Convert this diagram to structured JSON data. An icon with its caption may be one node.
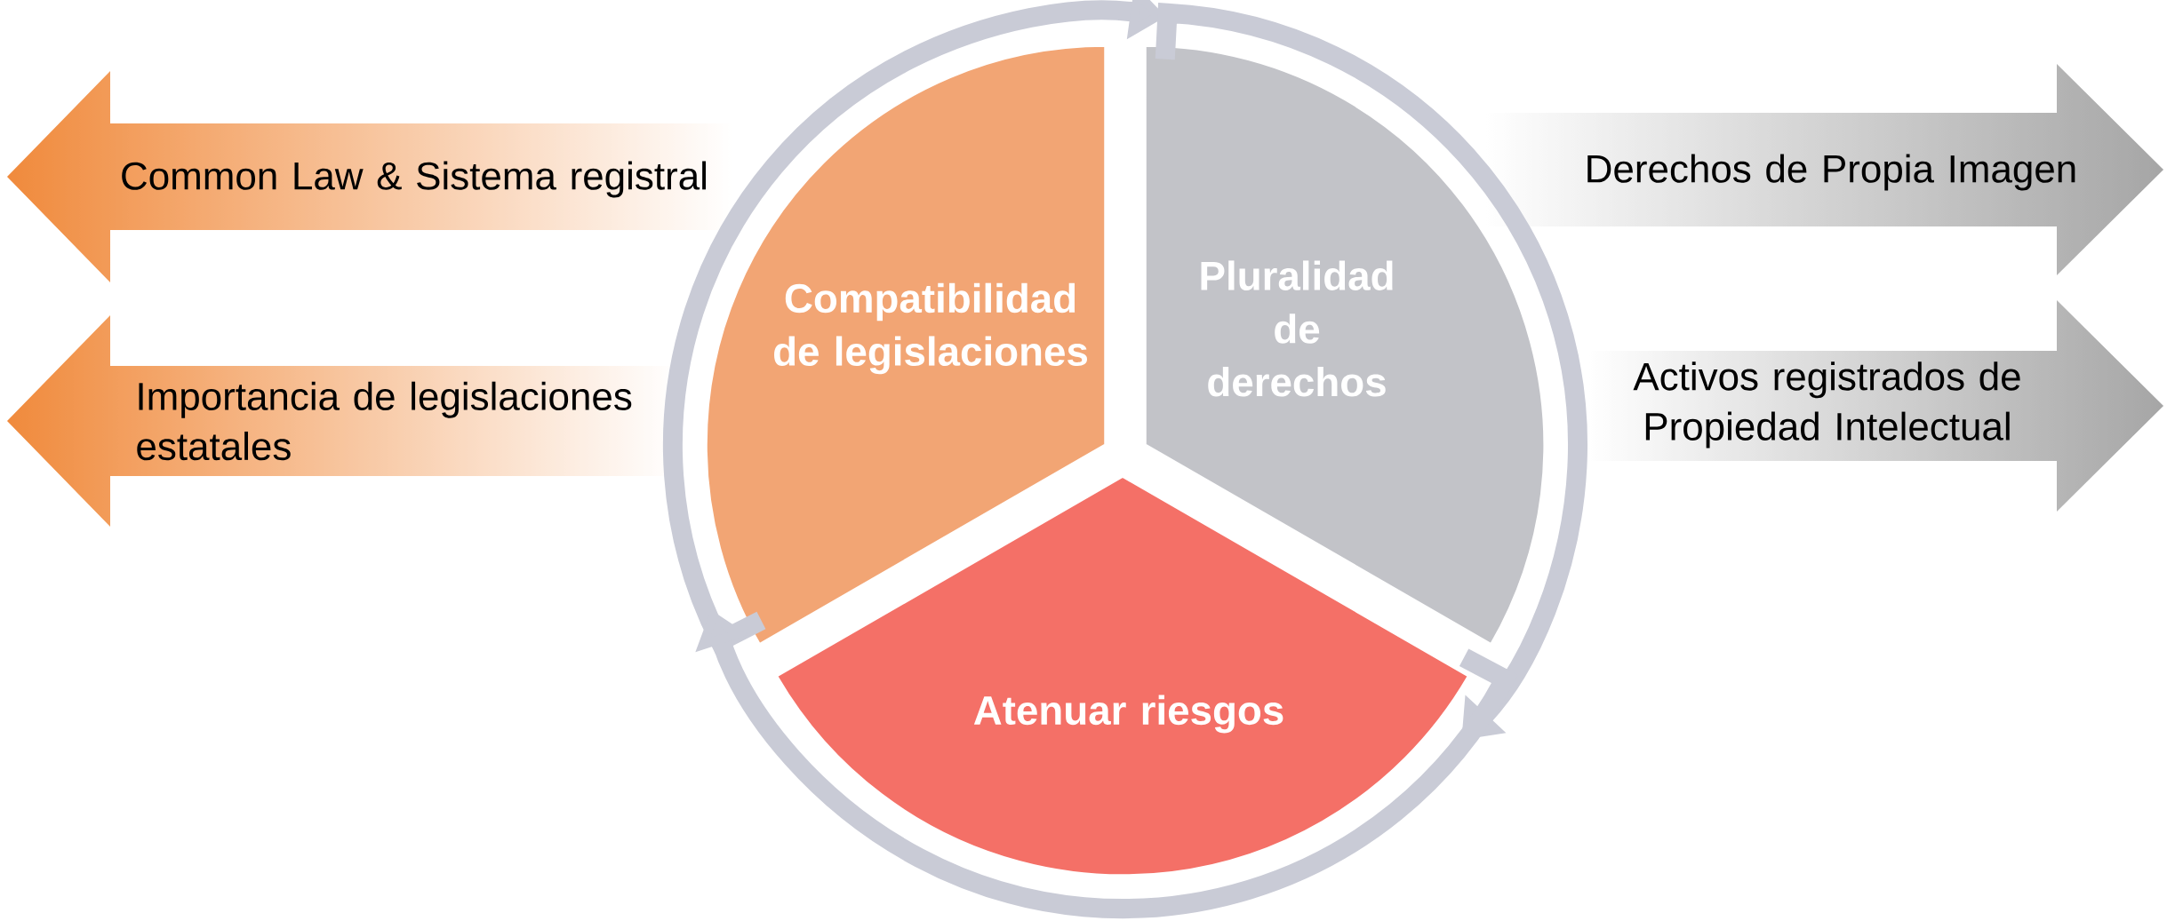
{
  "diagram": {
    "nodes": [
      {
        "text": [
          "Compatibilidad de legislaciones"
        ]
      },
      {
        "text": [
          "Pluralidad de derechos"
        ]
      },
      {
        "text": [
          "Atenuar riesgos"
        ]
      },
      {
        "text": [
          "Common Law & Sistema registral"
        ]
      },
      {
        "text": [
          "Importancia de legislaciones estatales"
        ]
      },
      {
        "text": [
          "Derechos de Propia Imagen"
        ]
      },
      {
        "text": [
          "Activos registrados de Propiedad Intelectual"
        ]
      }
    ],
    "edges": [
      {
        "from": 0,
        "to": 1,
        "arrow": "to"
      },
      {
        "from": 1,
        "to": 2,
        "arrow": "to"
      },
      {
        "from": 2,
        "to": 0,
        "arrow": "to"
      }
    ]
  }
}
